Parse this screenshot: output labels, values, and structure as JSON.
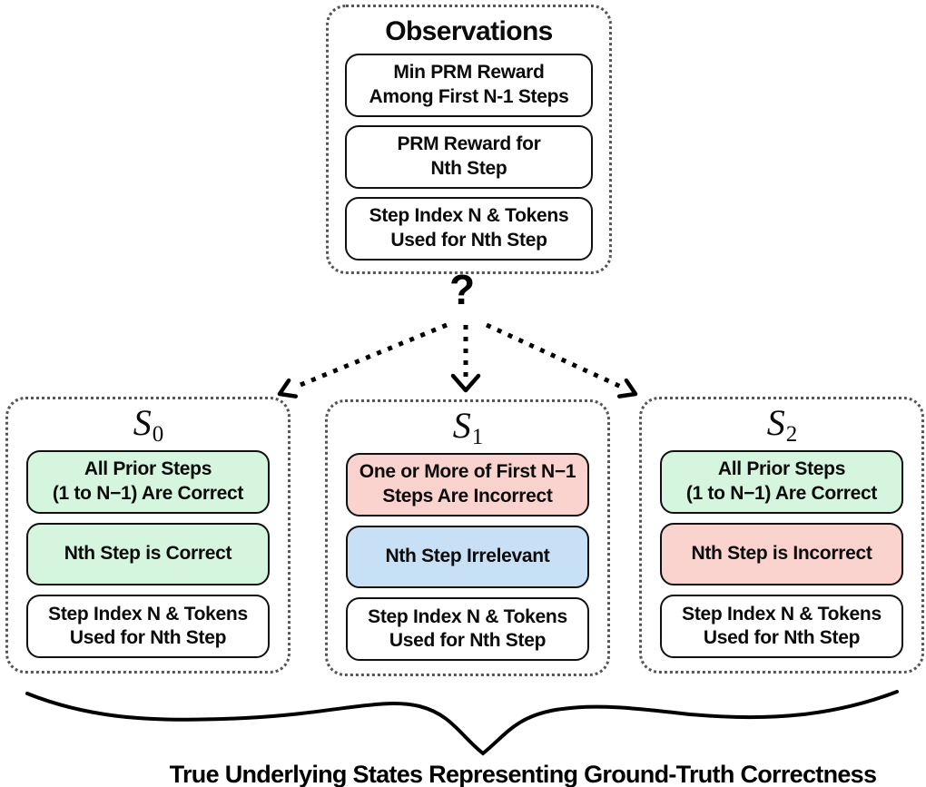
{
  "observations": {
    "title": "Observations",
    "items": [
      "Min PRM Reward\nAmong First N-1 Steps",
      "PRM Reward for\nNth Step",
      "Step Index N & Tokens\nUsed for Nth Step"
    ]
  },
  "question_mark": "?",
  "states": [
    {
      "name": "S",
      "subscript": "0",
      "cards": [
        {
          "text": "All Prior Steps\n(1 to N−1) Are Correct",
          "color": "green"
        },
        {
          "text": "Nth Step is Correct",
          "color": "green"
        },
        {
          "text": "Step Index N & Tokens\nUsed for Nth Step",
          "color": "white"
        }
      ]
    },
    {
      "name": "S",
      "subscript": "1",
      "cards": [
        {
          "text": "One or More of First N−1\nSteps Are Incorrect",
          "color": "red"
        },
        {
          "text": "Nth Step Irrelevant",
          "color": "blue"
        },
        {
          "text": "Step Index N & Tokens\nUsed for Nth Step",
          "color": "white"
        }
      ]
    },
    {
      "name": "S",
      "subscript": "2",
      "cards": [
        {
          "text": "All Prior Steps\n(1 to N−1) Are Correct",
          "color": "green"
        },
        {
          "text": "Nth Step is Incorrect",
          "color": "red"
        },
        {
          "text": "Step Index N & Tokens\nUsed for Nth Step",
          "color": "white"
        }
      ]
    }
  ],
  "colors": {
    "green": "#d5f5de",
    "red": "#fad3cf",
    "blue": "#c7e0f6",
    "white": "#ffffff"
  },
  "caption": "True Underlying States Representing Ground-Truth Correctness"
}
